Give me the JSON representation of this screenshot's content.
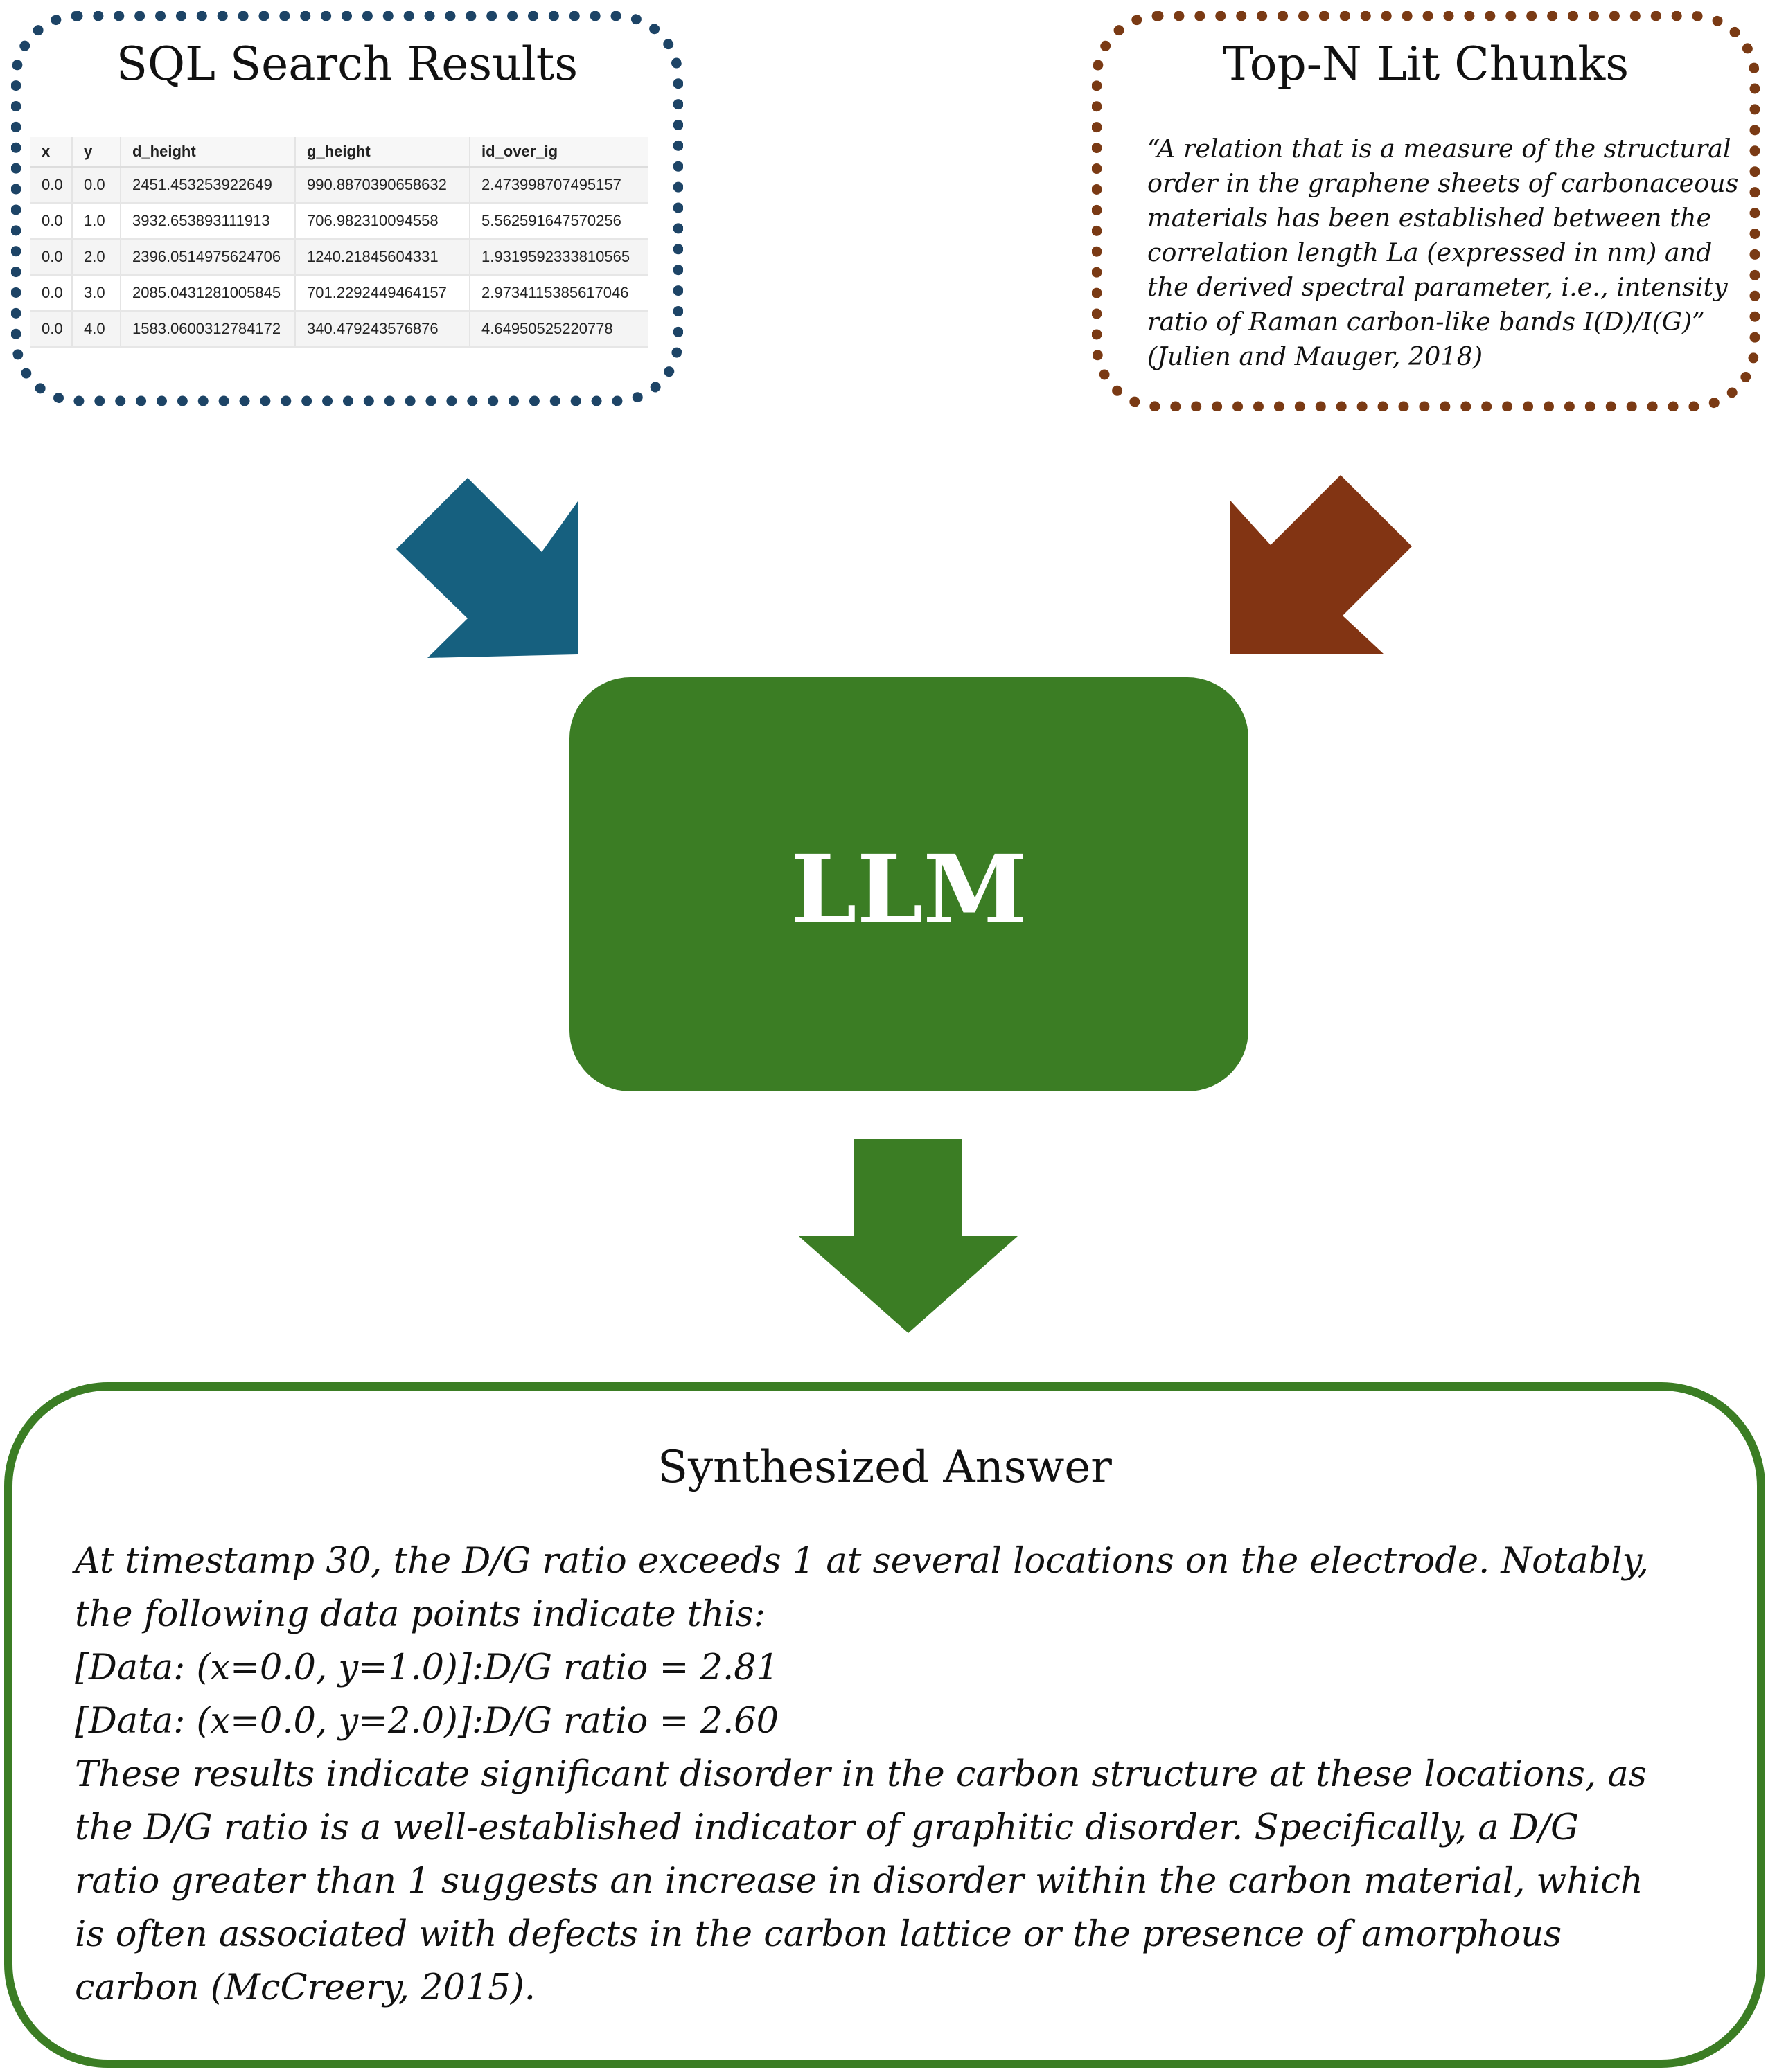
{
  "sql_results": {
    "title": "SQL Search Results",
    "columns": [
      "x",
      "y",
      "d_height",
      "g_height",
      "id_over_ig"
    ],
    "rows": [
      [
        "0.0",
        "0.0",
        "2451.453253922649",
        "990.8870390658632",
        "2.473998707495157"
      ],
      [
        "0.0",
        "1.0",
        "3932.653893111913",
        "706.982310094558",
        "5.562591647570256"
      ],
      [
        "0.0",
        "2.0",
        "2396.0514975624706",
        "1240.21845604331",
        "1.9319592333810565"
      ],
      [
        "0.0",
        "3.0",
        "2085.0431281005845",
        "701.2292449464157",
        "2.9734115385617046"
      ],
      [
        "0.0",
        "4.0",
        "1583.0600312784172",
        "340.479243576876",
        "4.64950525220778"
      ]
    ],
    "border_color": "#1d4466"
  },
  "lit_chunks": {
    "title": "Top-N Lit Chunks",
    "quote_lines": [
      "“A relation that is a measure of the structural",
      "order in the graphene sheets of carbonaceous",
      "materials has been established between the",
      "correlation length La (expressed in nm) and",
      "the derived spectral parameter, i.e., intensity",
      "ratio of Raman carbon-like bands I(D)/I(G)”",
      "(Julien and Mauger, 2018)"
    ],
    "border_color": "#7a3a14"
  },
  "llm": {
    "label": "LLM",
    "fill_color": "#3b7d24"
  },
  "answer": {
    "title": "Synthesized Answer",
    "lines": [
      "At timestamp 30, the D/G ratio exceeds 1 at several locations on the electrode. Notably,",
      "the following data points indicate this:",
      "[Data: (x=0.0, y=1.0)]:D/G ratio = 2.81",
      "[Data: (x=0.0, y=2.0)]:D/G ratio = 2.60",
      "These results indicate significant disorder in the carbon structure at these locations, as",
      "the D/G ratio is a well-established indicator of graphitic disorder. Specifically, a D/G",
      "ratio greater than 1 suggests an increase in disorder within the carbon material, which",
      "is often associated with defects in the carbon lattice or the presence of amorphous",
      "carbon (McCreery, 2015)."
    ],
    "border_color": "#3b7d24"
  },
  "arrows": {
    "sql_to_llm_color": "#16607f",
    "lit_to_llm_color": "#823413",
    "llm_to_answer_color": "#3b7d24"
  }
}
